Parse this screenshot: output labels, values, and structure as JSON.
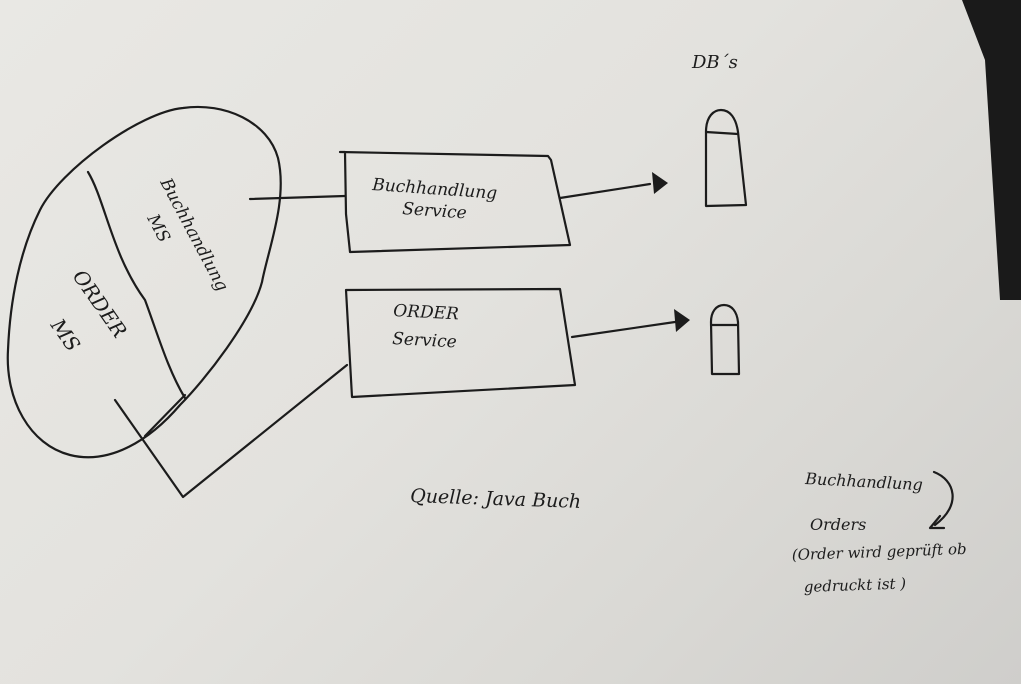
{
  "diagram": {
    "db_label": "DB´s",
    "services": [
      {
        "line1": "Buchhandlung",
        "line2": "Service"
      },
      {
        "line1": "ORDER",
        "line2": "Service"
      }
    ],
    "blob_labels": {
      "buchhandlung": [
        "Buchhandlung",
        "MS"
      ],
      "order": [
        "ORDER",
        "MS"
      ]
    },
    "source_note": "Quelle: Java Buch",
    "side_note": {
      "line1": "Buchhandlung",
      "line2": "Orders",
      "line3": "(Order wird geprüft ob",
      "line4": "gedruckt ist )"
    }
  },
  "colors": {
    "ink": "#1c1c1c",
    "paper": "#e6e5e1",
    "table": "#1a1a1a"
  }
}
